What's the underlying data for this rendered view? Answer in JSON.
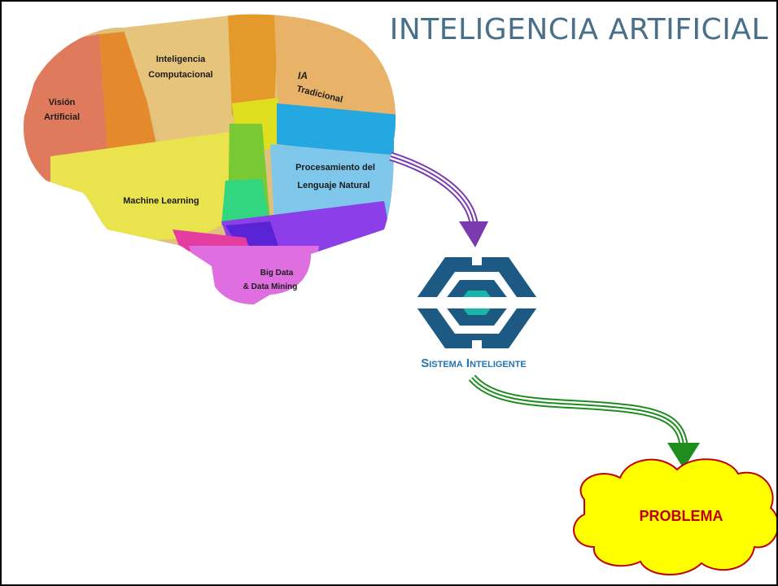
{
  "title": "INTELIGENCIA ARTIFICIAL",
  "brain_regions": {
    "vision": [
      "Visión",
      "Artificial"
    ],
    "computacional": [
      "Inteligencia",
      "Computacional"
    ],
    "tradicional": [
      "IA",
      "Tradicional"
    ],
    "pln": [
      "Procesamiento del",
      "Lenguaje Natural"
    ],
    "ml": "Machine Learning",
    "bigdata": [
      "Big Data",
      "& Data Mining"
    ]
  },
  "system": {
    "label": "Sistema Inteligente",
    "icon": "hexagon-logo-icon"
  },
  "problem": {
    "label": "PROBLEMA",
    "shape": "cloud"
  },
  "colors": {
    "title": "#4a6f88",
    "arrow_purple": "#7a3ab0",
    "arrow_green": "#1e8c1e",
    "logo_blue": "#1d5a83",
    "logo_teal": "#19b5a8",
    "system_label": "#1f74b6",
    "cloud_fill": "#ffff00",
    "problem_text": "#c00000"
  }
}
